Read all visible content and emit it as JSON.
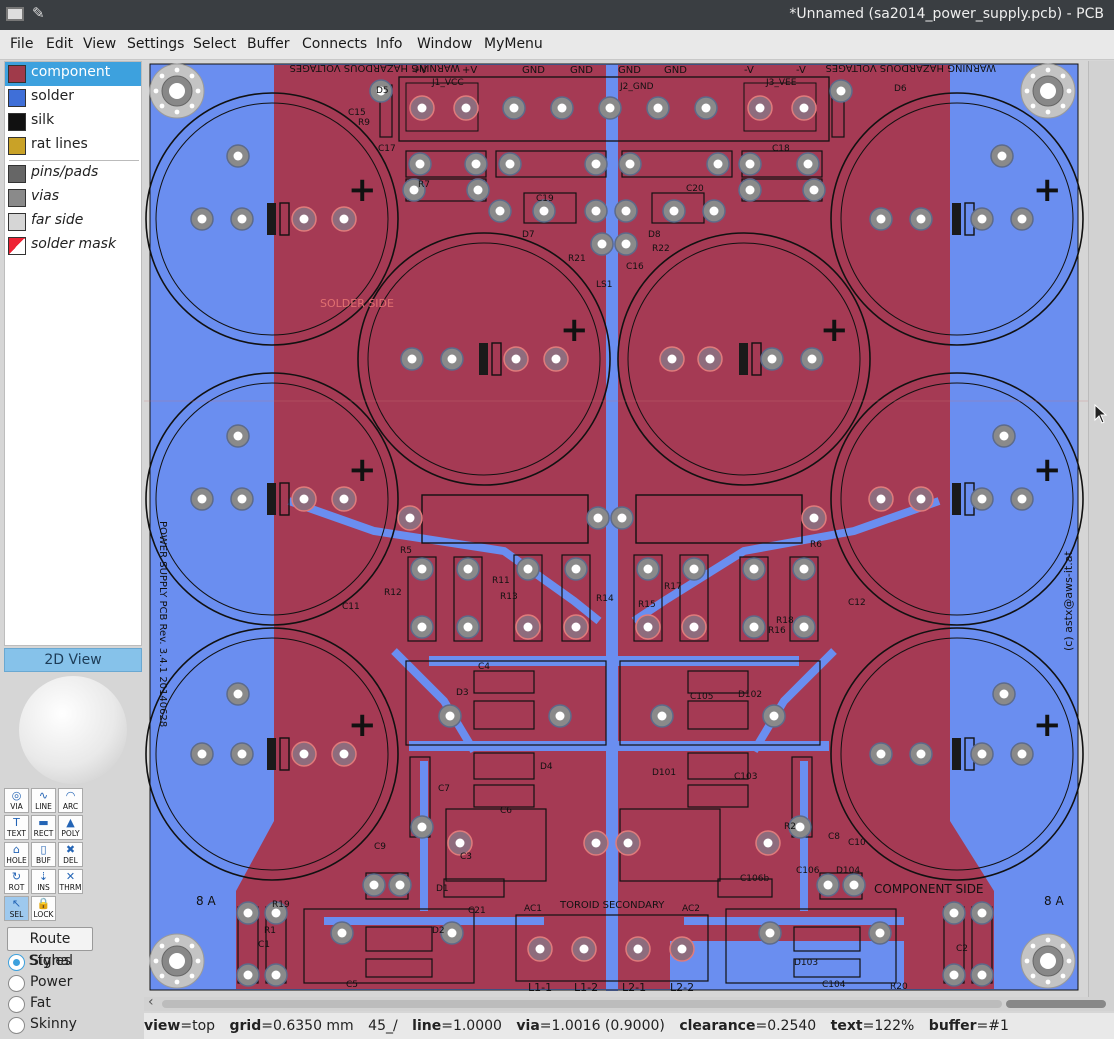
{
  "window": {
    "title": "*Unnamed (sa2014_power_supply.pcb) - PCB"
  },
  "menu": [
    "File",
    "Edit",
    "View",
    "Settings",
    "Select",
    "Buffer",
    "Connects",
    "Info",
    "Window",
    "MyMenu"
  ],
  "layers": [
    {
      "label": "component",
      "color": "#a03a4a",
      "selected": true,
      "italic": false
    },
    {
      "label": "solder",
      "color": "#3f6fd8",
      "selected": false,
      "italic": false
    },
    {
      "label": "silk",
      "color": "#111111",
      "selected": false,
      "italic": false
    },
    {
      "label": "rat lines",
      "color": "#c9a227",
      "selected": false,
      "italic": false
    },
    {
      "label": "pins/pads",
      "color": "#666666",
      "selected": false,
      "italic": true
    },
    {
      "label": "vias",
      "color": "#8a8a8a",
      "selected": false,
      "italic": true
    },
    {
      "label": "far side",
      "color": "#d6d6d6",
      "selected": false,
      "italic": true
    },
    {
      "label": "solder mask",
      "color": "#ffffff",
      "selected": false,
      "italic": true
    }
  ],
  "view_button": "2D View",
  "tools": [
    {
      "label": "VIA",
      "icon": "◎"
    },
    {
      "label": "LINE",
      "icon": "∿"
    },
    {
      "label": "ARC",
      "icon": "◠"
    },
    {
      "label": "TEXT",
      "icon": "T"
    },
    {
      "label": "RECT",
      "icon": "▬"
    },
    {
      "label": "POLY",
      "icon": "▲"
    },
    {
      "label": "HOLE",
      "icon": "⌂"
    },
    {
      "label": "BUF",
      "icon": "▯"
    },
    {
      "label": "DEL",
      "icon": "✖"
    },
    {
      "label": "ROT",
      "icon": "↻"
    },
    {
      "label": "INS",
      "icon": "⇣"
    },
    {
      "label": "THRM",
      "icon": "✕"
    },
    {
      "label": "SEL",
      "icon": "↖"
    },
    {
      "label": "LOCK",
      "icon": "🔒"
    }
  ],
  "route_styles_button": "Route Styles",
  "route_styles": [
    {
      "label": "Signal",
      "checked": true
    },
    {
      "label": "Power",
      "checked": false
    },
    {
      "label": "Fat",
      "checked": false
    },
    {
      "label": "Skinny",
      "checked": false
    }
  ],
  "status": {
    "view": "top",
    "grid": "0.6350 mm",
    "angle": "45_/",
    "line": "1.0000",
    "via": "1.0016 (0.9000)",
    "clearance": "0.2540",
    "text": "122%",
    "buffer": "#1"
  },
  "board": {
    "top_warning": "WARNING HAZARDOUS VOLTAGES",
    "component_side": "COMPONENT SIDE",
    "solder_side": "SOLDER SIDE",
    "toroid": "TOROID SECONDARY",
    "bottom_labels": [
      "L1-1",
      "L1-2",
      "L2-1",
      "L2-2"
    ],
    "ac_labels": [
      "AC1",
      "AC2"
    ],
    "fuse_labels": [
      "8 A",
      "8 A"
    ],
    "header_labels": [
      "+V",
      "+V",
      "GND",
      "GND",
      "GND",
      "GND",
      "-V",
      "-V"
    ],
    "connectors": [
      "J1_VCC",
      "J2_GND",
      "J3_VEE"
    ],
    "version_text": "POWER SUPPLY PCB Rev. 3.4.1 20140628",
    "copyright_text": "(c) astx@aws-it.at",
    "refs": [
      "D5",
      "D6",
      "C15",
      "R9",
      "C17",
      "R7",
      "C19",
      "C20",
      "C18",
      "D7",
      "D8",
      "R21",
      "R22",
      "C16",
      "LS1",
      "C11",
      "C12",
      "R5",
      "R6",
      "R11",
      "R12",
      "R13",
      "R14",
      "R15",
      "R16",
      "R17",
      "R18",
      "C4",
      "C105",
      "D3",
      "D102",
      "D4",
      "D101",
      "C103",
      "C6",
      "C7",
      "C3",
      "C9",
      "C8",
      "C10",
      "R2",
      "C106",
      "D104",
      "D1",
      "C21",
      "D2",
      "C1",
      "R1",
      "C5",
      "R20",
      "C104",
      "D103",
      "C2",
      "R19",
      "C106b"
    ]
  }
}
